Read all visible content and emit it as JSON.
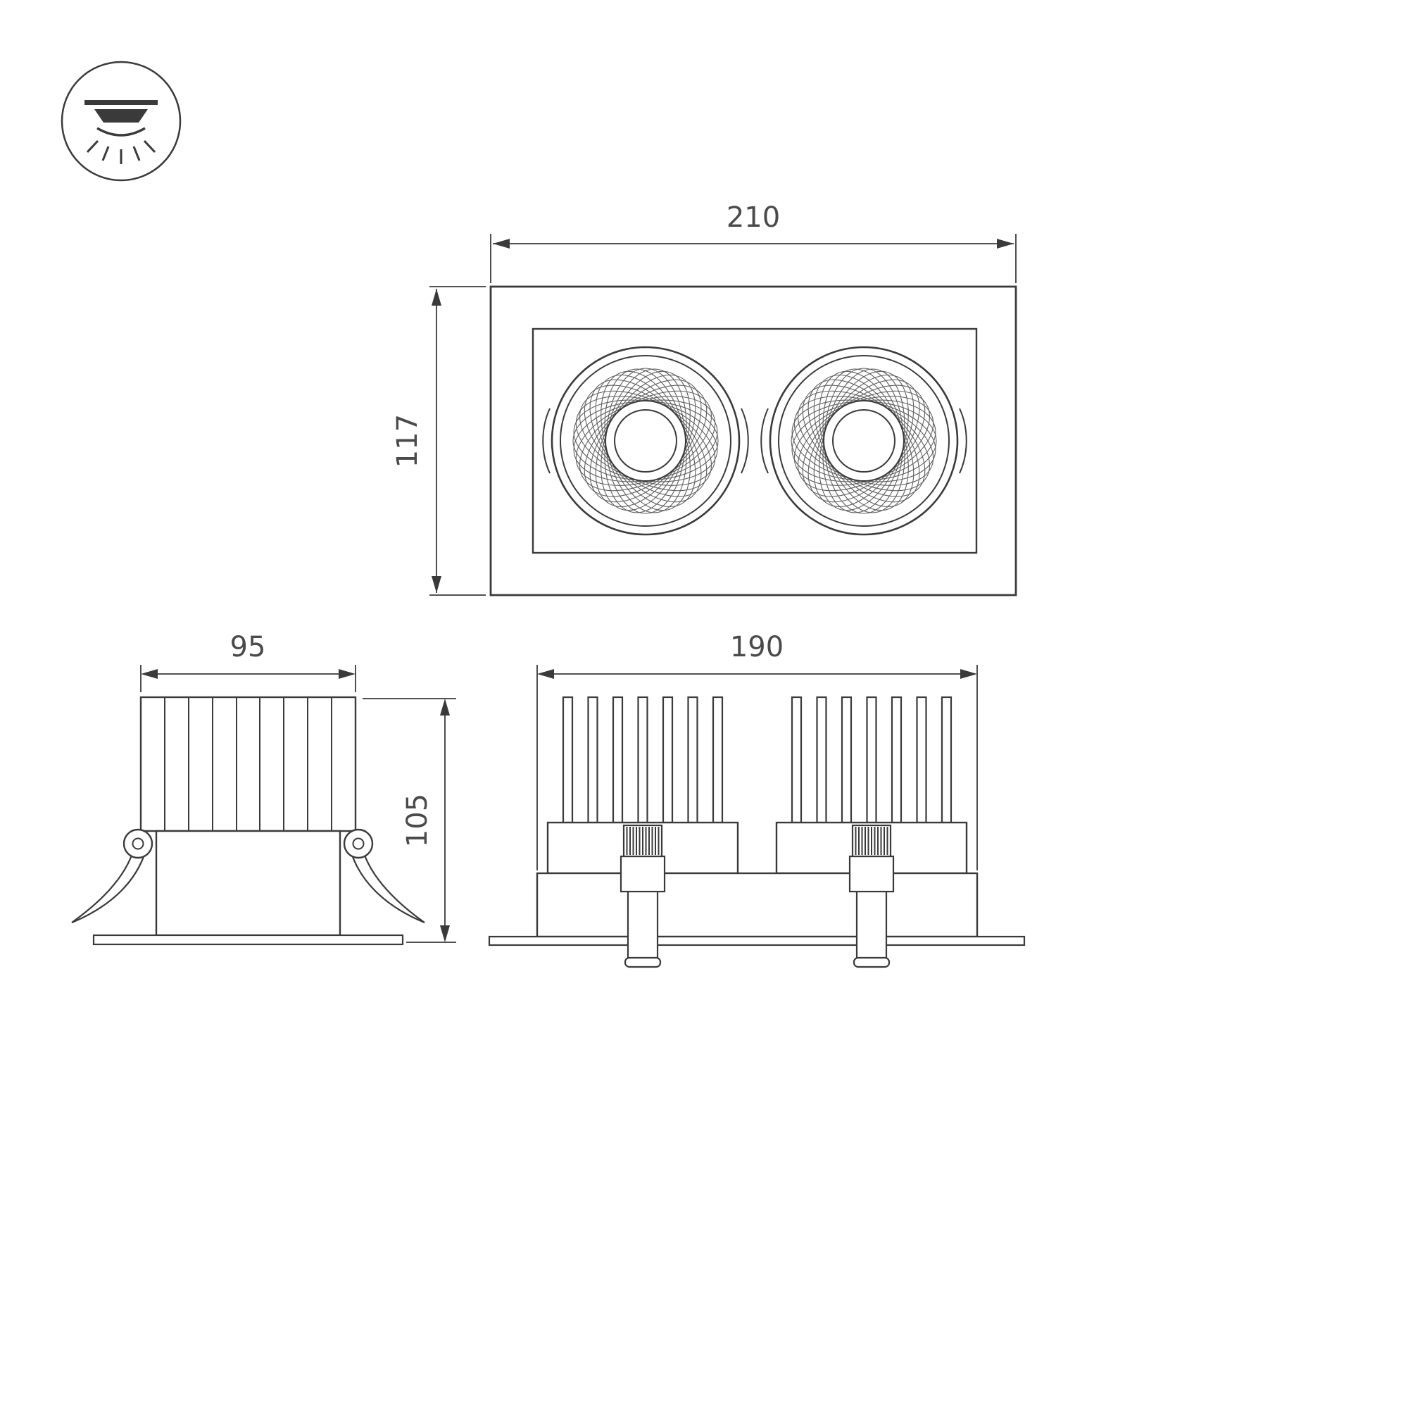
{
  "colors": {
    "ink": "#3a3a3a",
    "dim_text": "#4a4a4a",
    "background": "#ffffff"
  },
  "icons": [
    {
      "name": "recessed-downlight-icon",
      "glyph": "ceiling-bar-with-lamp-and-rays"
    }
  ],
  "dimensions": {
    "front_width_mm": "210",
    "front_height_mm": "117",
    "side_width_mm": "95",
    "side_height_mm": "105",
    "elevation_width_mm": "190"
  }
}
